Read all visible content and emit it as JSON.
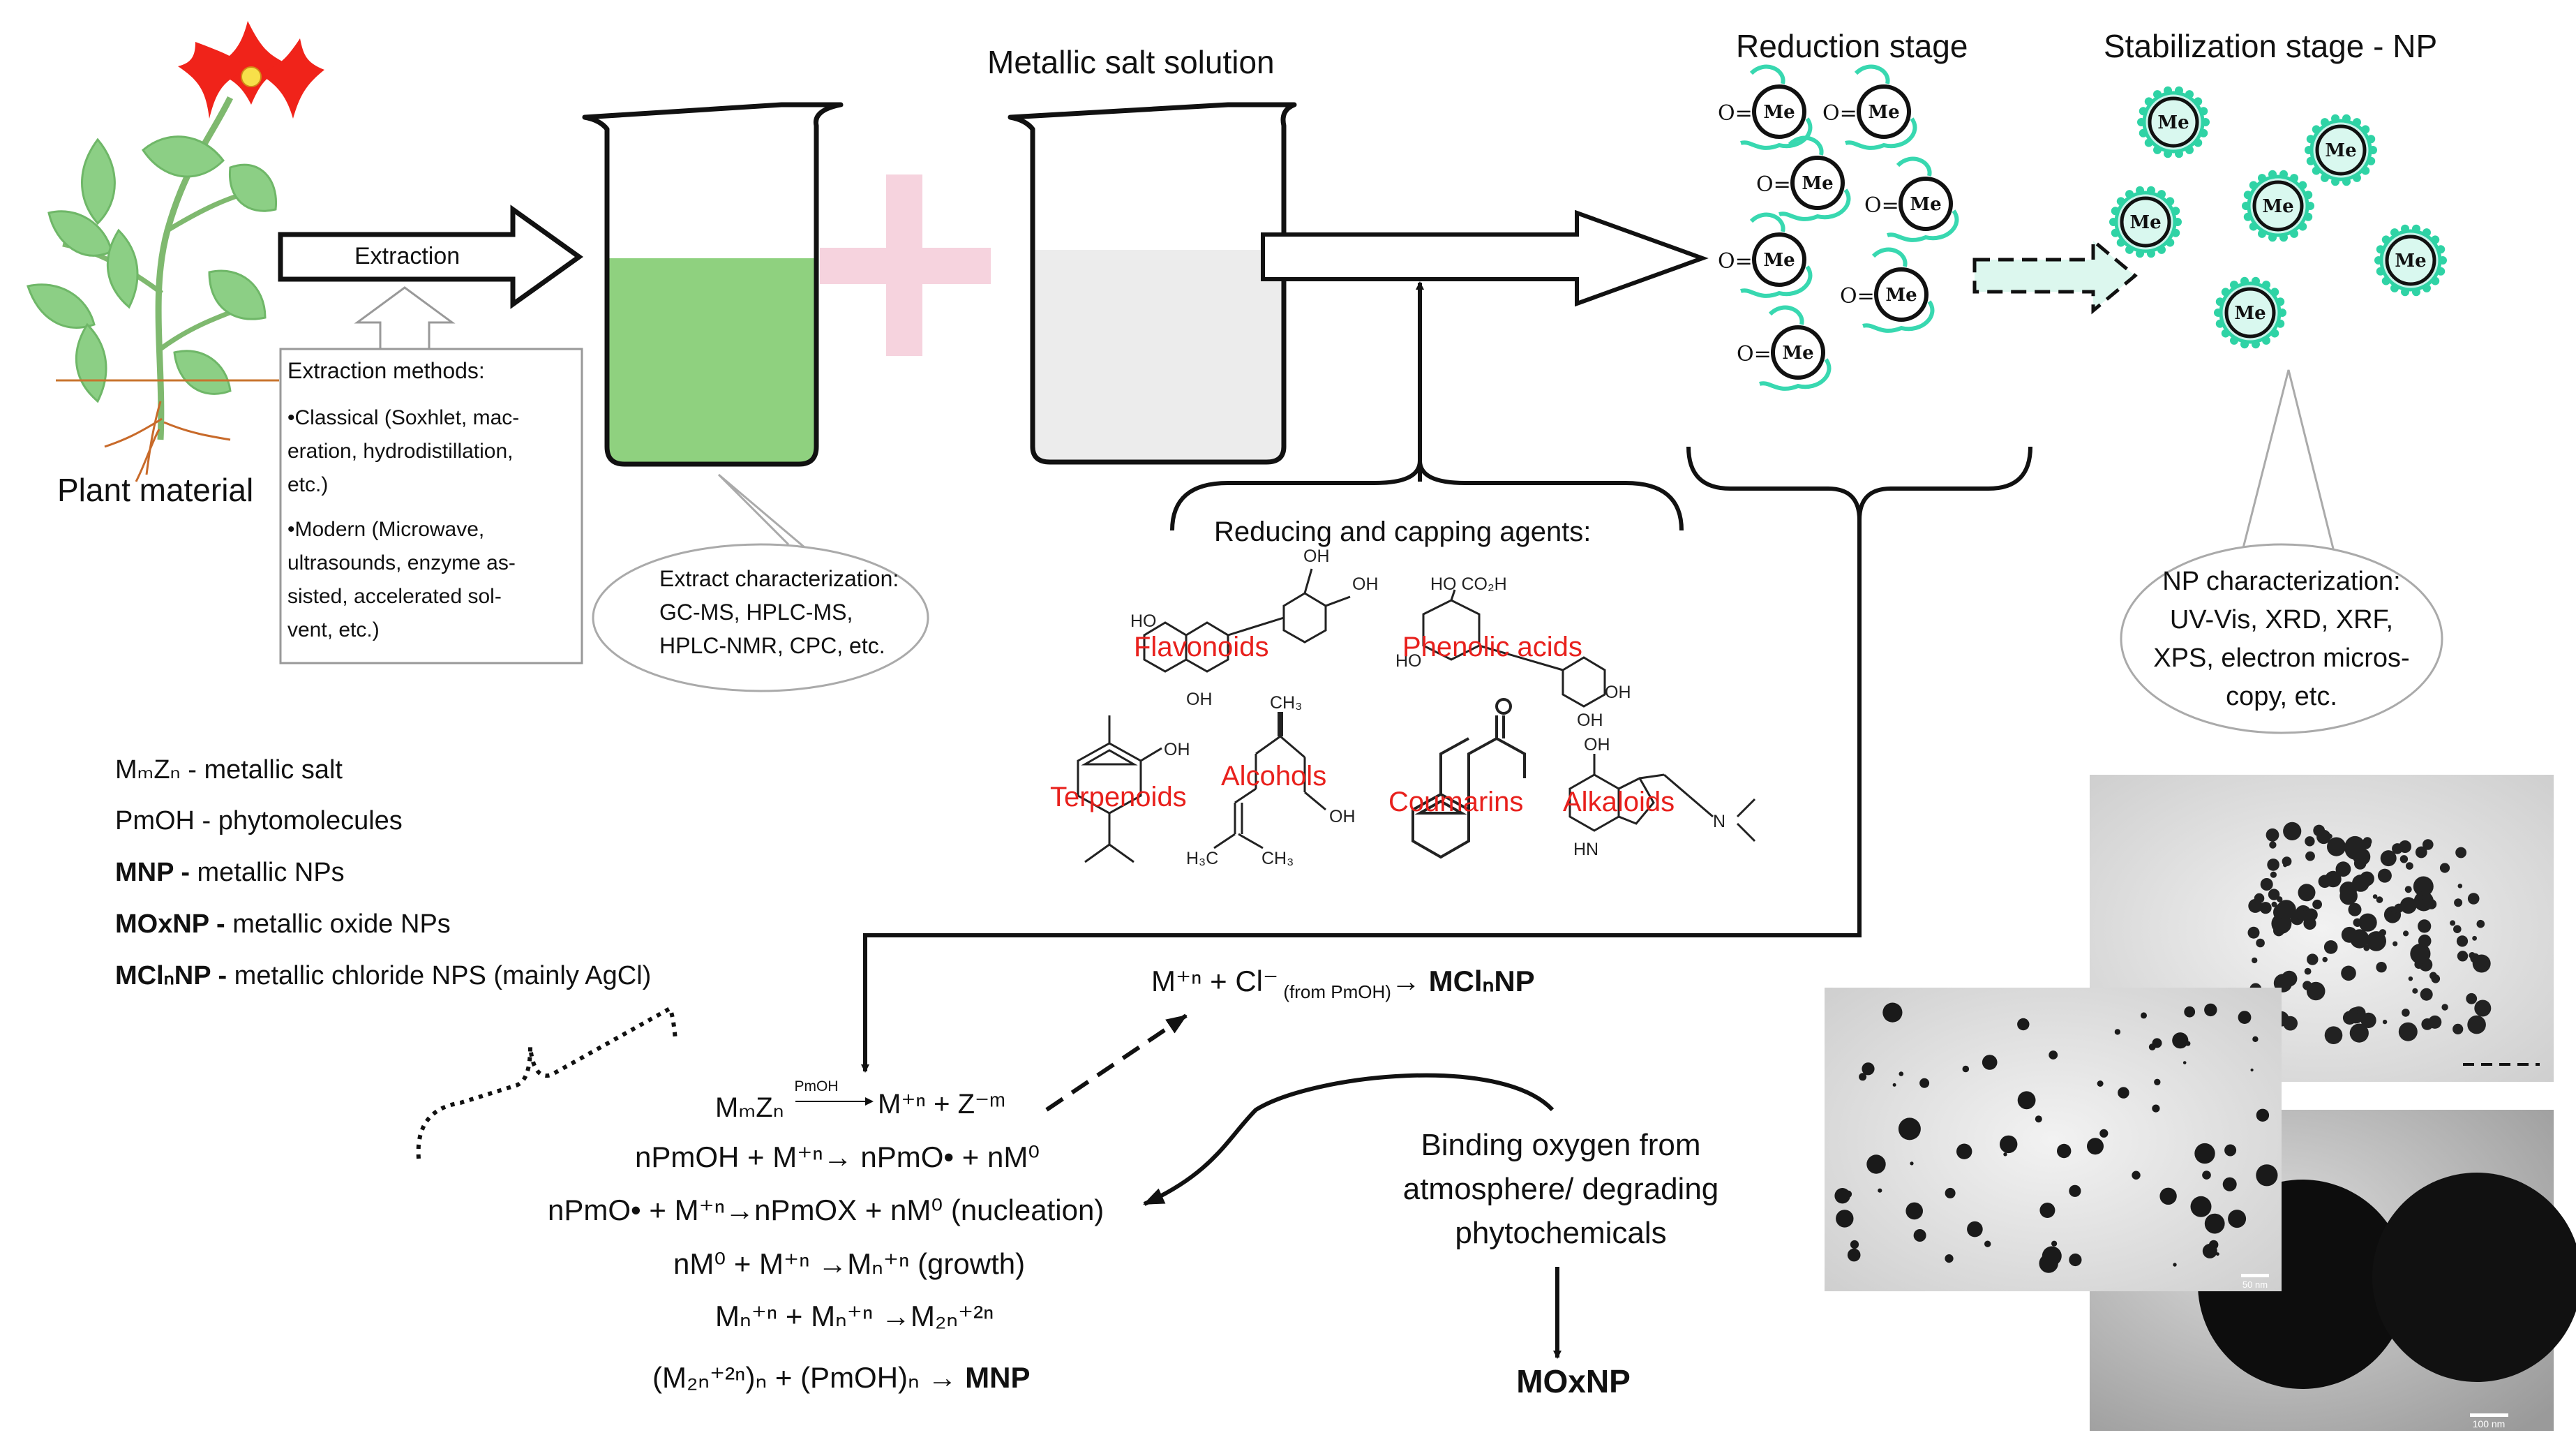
{
  "plant": {
    "label": "Plant material"
  },
  "extraction": {
    "arrow_label": "Extraction",
    "methods_title": "Extraction methods:",
    "classical": [
      "•Classical (Soxhlet, mac-",
      "eration, hydrodistillation,",
      "etc.)"
    ],
    "modern": [
      "•Modern (Microwave,",
      "ultrasounds, enzyme as-",
      "sisted, accelerated sol-",
      "vent, etc.)"
    ]
  },
  "extract_char": [
    "Extract characterization:",
    "GC-MS, HPLC-MS,",
    "HPLC-NMR, CPC, etc."
  ],
  "salt_label": "Metallic salt solution",
  "reduction_label": "Reduction stage",
  "stabilization_label": "Stabilization stage - NP",
  "np_char": [
    "NP characterization:",
    "UV-Vis, XRD, XRF,",
    "XPS, electron micros-",
    "copy, etc."
  ],
  "agents": {
    "title": "Reducing and capping agents:",
    "classes": [
      "Flavonoids",
      "Phenolic acids",
      "Terpenoids",
      "Alcohols",
      "Coumarins",
      "Alkaloids"
    ]
  },
  "metal_symbol": "Me",
  "legend": {
    "salt": {
      "symbol": "MₘZₙ",
      "desc": " - metallic salt"
    },
    "pmoh": {
      "symbol": "PmOH",
      "desc": " - phytomolecules"
    },
    "mnp": {
      "symbol": "MNP -",
      "desc": " metallic NPs"
    },
    "moxnp": {
      "symbol": "MOxNP -",
      "desc": " metallic oxide NPs"
    },
    "mclnp": {
      "symbol": "MClₙNP -",
      "desc": " metallic chloride NPS (mainly AgCl)"
    }
  },
  "reactions": {
    "r0_catalyst": "PmOH",
    "r_cl": "M⁺ⁿ + Cl⁻",
    "r_cl_sub": " (from PmOH)",
    "r_cl_product": "→ MClₙNP",
    "r1_left": "MₘZₙ",
    "r1_right": "M⁺ⁿ + Z⁻ᵐ",
    "r2": "nPmOH + M⁺ⁿ→ nPmO• + nM⁰",
    "r3": "nPmO• + M⁺ⁿ→nPmOX + nM⁰ (nucleation)",
    "r4": "nM⁰ + M⁺ⁿ →Mₙ⁺ⁿ (growth)",
    "r5": "Mₙ⁺ⁿ + Mₙ⁺ⁿ →M₂ₙ⁺²ⁿ",
    "r6_left": "(M₂ₙ⁺²ⁿ)ₙ + (PmOH)ₙ → ",
    "r6_product": "MNP"
  },
  "oxygen": {
    "lines": [
      "Binding oxygen from",
      "atmosphere/ degrading",
      "phytochemicals"
    ],
    "product": "MOxNP"
  },
  "micrographs": {
    "scale_small": "50 nm",
    "scale_large": "100 nm"
  }
}
